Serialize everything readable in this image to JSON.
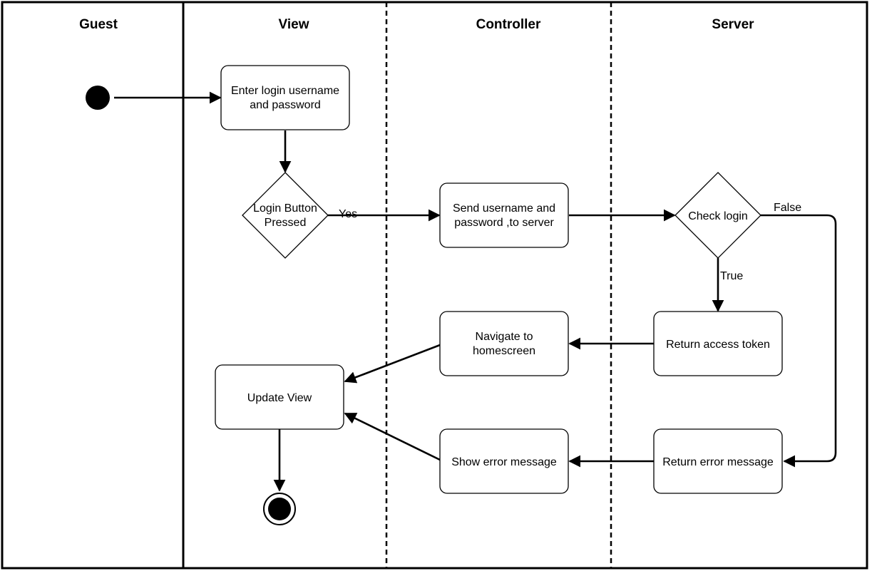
{
  "lanes": [
    {
      "title": "Guest"
    },
    {
      "title": "View"
    },
    {
      "title": "Controller"
    },
    {
      "title": "Server"
    }
  ],
  "nodes": {
    "enter_login": {
      "line1": "Enter login username",
      "line2": "and password"
    },
    "login_button": {
      "line1": "Login Button",
      "line2": "Pressed"
    },
    "send_credentials": {
      "line1": "Send username and",
      "line2": "password ,to server"
    },
    "check_login": {
      "label": "Check login"
    },
    "return_token": {
      "label": "Return access token"
    },
    "navigate_home": {
      "line1": "Navigate to",
      "line2": "homescreen"
    },
    "update_view": {
      "label": "Update View"
    },
    "show_error": {
      "label": "Show error message"
    },
    "return_error": {
      "label": "Return error message"
    }
  },
  "edge_labels": {
    "yes": "Yes",
    "false": "False",
    "true": "True"
  }
}
